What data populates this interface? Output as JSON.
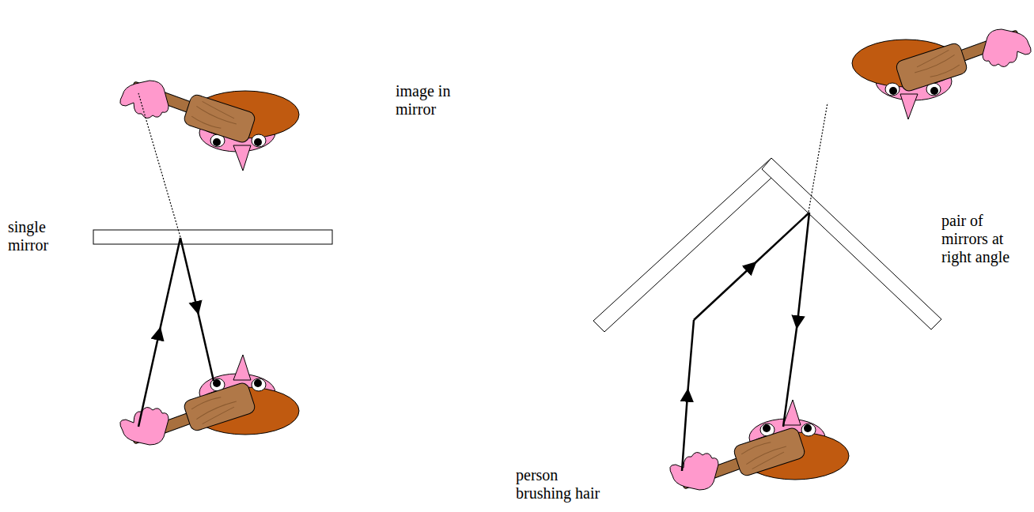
{
  "diagram": {
    "labels": [
      "image in mirror",
      "single mirror",
      "pair of mirrors at right angle",
      "person brushing hair"
    ]
  }
}
